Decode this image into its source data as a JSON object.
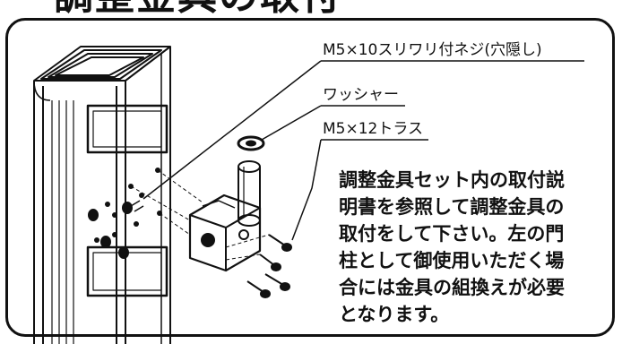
{
  "heading": {
    "text": "調整金具の取付"
  },
  "callouts": {
    "screw_m5x10": "M5×10スリワリ付ネジ(穴隠し)",
    "washer": "ワッシャー",
    "truss_m5x12": "M5×12トラス"
  },
  "instructions": {
    "lines": [
      "調整金具セット内の取付説",
      "明書を参照して調整金具の",
      "取付をして下さい。左の門",
      "柱として御使用いただく場",
      "合には金具の組換えが必要",
      "となります。"
    ]
  }
}
